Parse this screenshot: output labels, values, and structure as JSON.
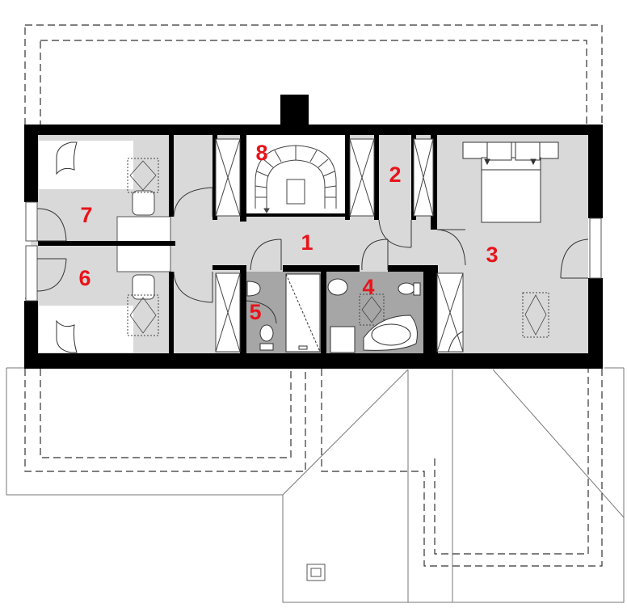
{
  "colors": {
    "wall": "#000000",
    "floor": "#d9d9d9",
    "bath_floor": "#a6a6a6",
    "label": "#e8141b",
    "line": "#555555",
    "background": "#ffffff"
  },
  "rooms": [
    {
      "number": "1",
      "label": "1"
    },
    {
      "number": "2",
      "label": "2"
    },
    {
      "number": "3",
      "label": "3"
    },
    {
      "number": "4",
      "label": "4"
    },
    {
      "number": "5",
      "label": "5"
    },
    {
      "number": "6",
      "label": "6"
    },
    {
      "number": "7",
      "label": "7"
    },
    {
      "number": "8",
      "label": "8"
    }
  ]
}
